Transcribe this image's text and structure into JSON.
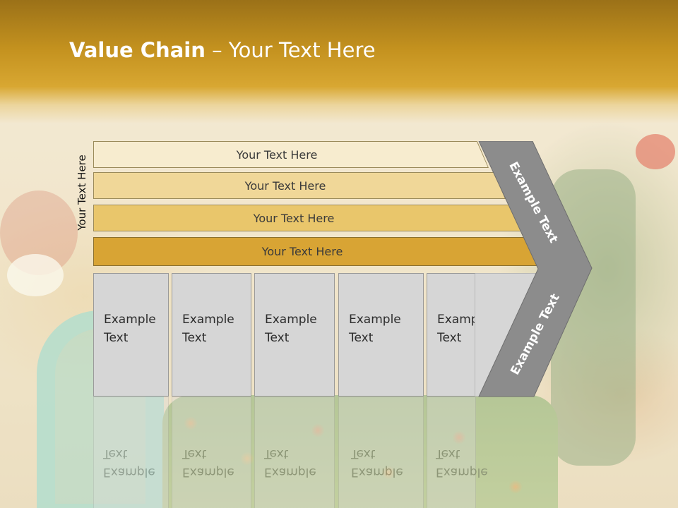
{
  "slide": {
    "title_bold": "Value Chain",
    "title_rest": " – Your Text Here",
    "vertical_label": "Your Text Here",
    "bars": [
      {
        "label": "Your Text Here",
        "color": "#f7eccf"
      },
      {
        "label": "Your Text Here",
        "color": "#f0d798"
      },
      {
        "label": "Your Text Here",
        "color": "#e9c66b"
      },
      {
        "label": "Your Text Here",
        "color": "#d8a434"
      }
    ],
    "boxes": [
      {
        "label": "Example\nText"
      },
      {
        "label": "Example\nText"
      },
      {
        "label": "Example\nText"
      },
      {
        "label": "Example\nText"
      },
      {
        "label": "Example\nText"
      }
    ],
    "chevron": {
      "top_label": "Example Text",
      "bottom_label": "Example Text",
      "color": "#8c8c8c"
    },
    "colors": {
      "title_band": "#c4921f",
      "box_fill": "#d6d6d6"
    }
  }
}
